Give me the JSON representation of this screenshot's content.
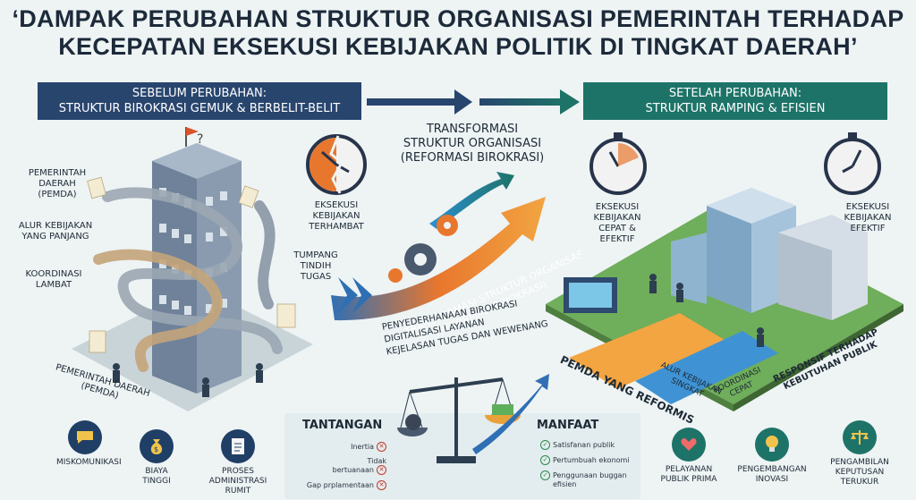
{
  "title": {
    "line1": "‘DAMPAK PERUBAHAN STRUKTUR ORGANISASI PEMERINTAH TERHADAP",
    "line2": "KECEPATAN EKSEKUSI KEBIJAKAN POLITIK DI TINGKAT DAERAH’"
  },
  "before": {
    "heading1": "SEBELUM PERUBAHAN:",
    "heading2": "STRUKTUR BIROKRASI GEMUK & BERBELIT-BELIT",
    "labels": {
      "pemda_top1": "PEMERINTAH",
      "pemda_top2": "DAERAH (PEMDA)",
      "alur1": "ALUR KEBIJAKAN",
      "alur2": "YANG PANJANG",
      "koord1": "KOORDINASI",
      "koord2": "LAMBAT",
      "eks1": "EKSEKUSI",
      "eks2": "KEBIJAKAN",
      "eks3": "TERHAMBAT",
      "tumpang1": "TUMPANG",
      "tumpang2": "TINDIH",
      "tumpang3": "TUGAS",
      "pemda_bottom1": "PEMERINTAH DAERAH",
      "pemda_bottom2": "(PEMDA)"
    },
    "icons": {
      "miskomunikasi": "MISKOMUNIKASI",
      "biaya1": "BIAYA",
      "biaya2": "TINGGI",
      "proses1": "PROSES",
      "proses2": "ADMINISTRASI",
      "proses3": "RUMIT"
    }
  },
  "transform": {
    "heading1": "TRANSFORMASI",
    "heading2": "STRUKTUR ORGANISASI",
    "heading3": "(REFORMASI BIROKRASI)",
    "arrow_text1": "TRANSFORMASI STRUKTUR ORGANISASI",
    "arrow_text2": "(REFORMASI BIROKRASI)",
    "bullet1": "PENYEDERHANAAN BIROKRASI",
    "bullet2": "DIGITALISASI LAYANAN",
    "bullet3": "KEJELASAN TUGAS DAN WEWENANG"
  },
  "after": {
    "heading1": "SETELAH PERUBAHAN:",
    "heading2": "STRUKTUR RAMPING & EFISIEN",
    "labels": {
      "cepat1": "EKSEKUSI",
      "cepat2": "KEBIJAKAN",
      "cepat3": "CEPAT &",
      "cepat4": "EFEKTIF",
      "efektif1": "EKSEKUSI",
      "efektif2": "KEBIJAKAN",
      "efektif3": "EFEKTIF",
      "pemda_reform": "PEMDA YANG REFORMIS",
      "alur_ringkas1": "ALUR KEBIJAKAN",
      "alur_ringkas2": "SINGKAT",
      "koord_cepat1": "KOORDINASI",
      "koord_cepat2": "CEPAT",
      "responsif1": "RESPONSIF TERHADAP",
      "responsif2": "KEBUTUHAN PUBLIK"
    },
    "icons": {
      "pelayanan1": "PELAYANAN",
      "pelayanan2": "PUBLIK PRIMA",
      "inovasi1": "PENGEMBANGAN",
      "inovasi2": "INOVASI",
      "keputusan1": "PENGAMBILAN",
      "keputusan2": "KEPUTUSAN",
      "keputusan3": "TERUKUR"
    }
  },
  "balance": {
    "tantangan_title": "TANTANGAN",
    "tantangan_items": [
      "Inertia",
      "Tidak",
      "bertuanaan",
      "Gap prplamentaan"
    ],
    "manfaat_title": "MANFAAT",
    "manfaat_items": [
      "Satisfanan publik",
      "Pertumbuah ekonomi",
      "Penggunaan buggan",
      "efisien"
    ]
  },
  "colors": {
    "navy": "#28456e",
    "teal": "#1d7368",
    "orange": "#e8772e",
    "blue": "#2f6fb4"
  }
}
